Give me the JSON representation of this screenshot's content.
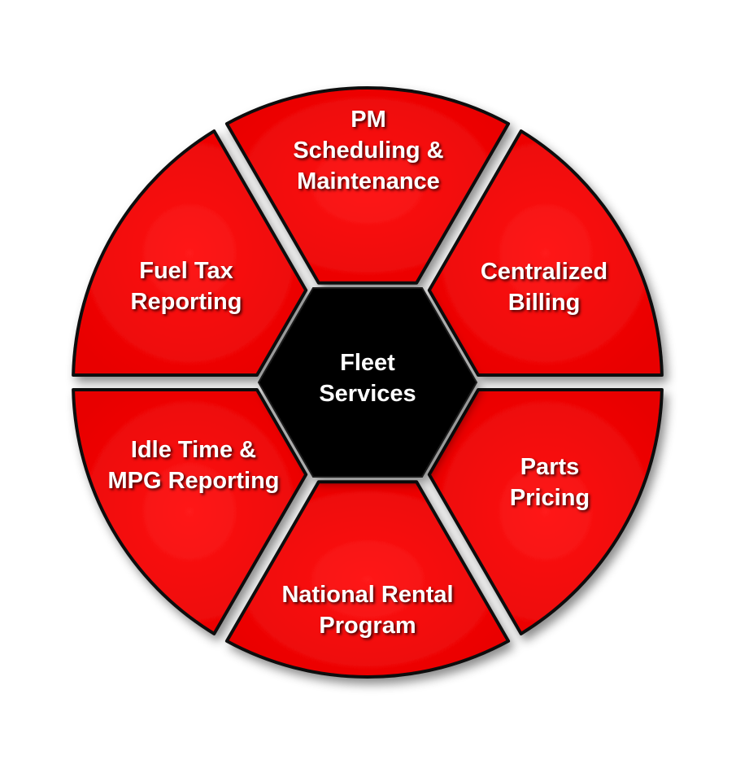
{
  "colors": {
    "segment_fill": "#ff0000",
    "segment_stroke": "#111111",
    "center_fill": "#000000",
    "text": "#ffffff",
    "background": "#ffffff"
  },
  "center": {
    "lines": [
      "Fleet",
      "Services"
    ]
  },
  "segments": [
    {
      "id": "pm-scheduling-maintenance",
      "lines": [
        "PM",
        "Scheduling &",
        "Maintenance"
      ]
    },
    {
      "id": "centralized-billing",
      "lines": [
        "Centralized",
        "Billing"
      ]
    },
    {
      "id": "parts-pricing",
      "lines": [
        "Parts",
        "Pricing"
      ]
    },
    {
      "id": "national-rental-program",
      "lines": [
        "National Rental",
        "Program"
      ]
    },
    {
      "id": "idle-time-mpg-reporting",
      "lines": [
        "Idle Time &",
        "MPG Reporting"
      ]
    },
    {
      "id": "fuel-tax-reporting",
      "lines": [
        "Fuel Tax",
        "Reporting"
      ]
    }
  ]
}
